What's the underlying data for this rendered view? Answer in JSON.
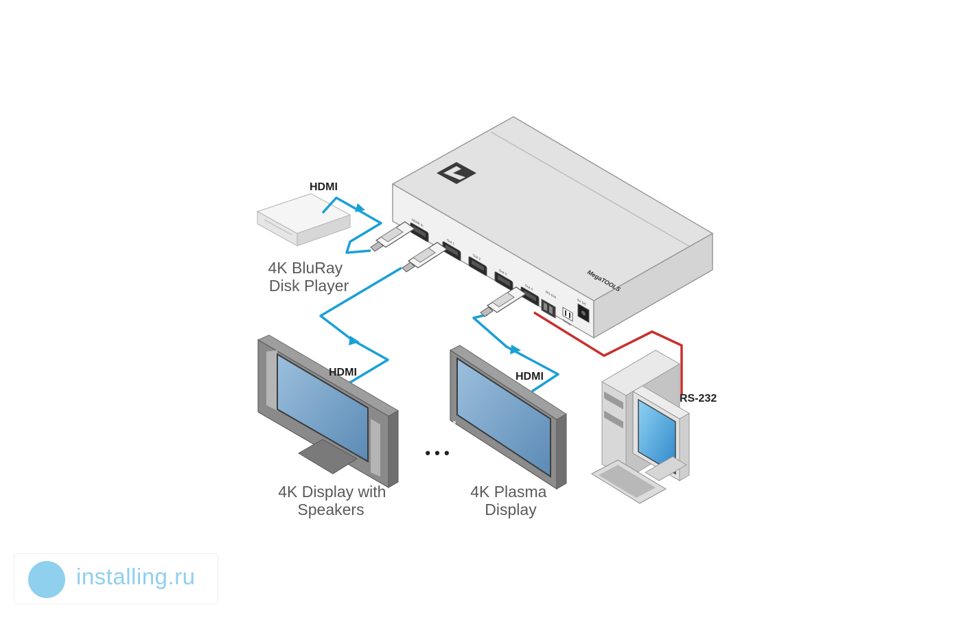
{
  "labels": {
    "bluray": [
      "4K BluRay",
      "Disk Player"
    ],
    "display_speakers": [
      "4K Display with",
      "Speakers"
    ],
    "plasma": [
      "4K Plasma",
      "Display"
    ]
  },
  "connections": {
    "hdmi_in": "HDMI",
    "hdmi_out1": "HDMI",
    "hdmi_out4": "HDMI",
    "rs232": "RS-232"
  },
  "device": {
    "ports": [
      "HDMI In",
      "Out 1",
      "Out 2",
      "Out 3",
      "Out 4",
      "RS-232",
      "Setup",
      "5V DC"
    ],
    "model_text": "MegaTOOLS"
  },
  "ellipsis": "• • •",
  "watermark": {
    "text": "installing.ru",
    "logo_color": "#8fd0ee"
  },
  "colors": {
    "hdmi_cable": "#1aa0d6",
    "rs232_cable": "#c8302c"
  }
}
